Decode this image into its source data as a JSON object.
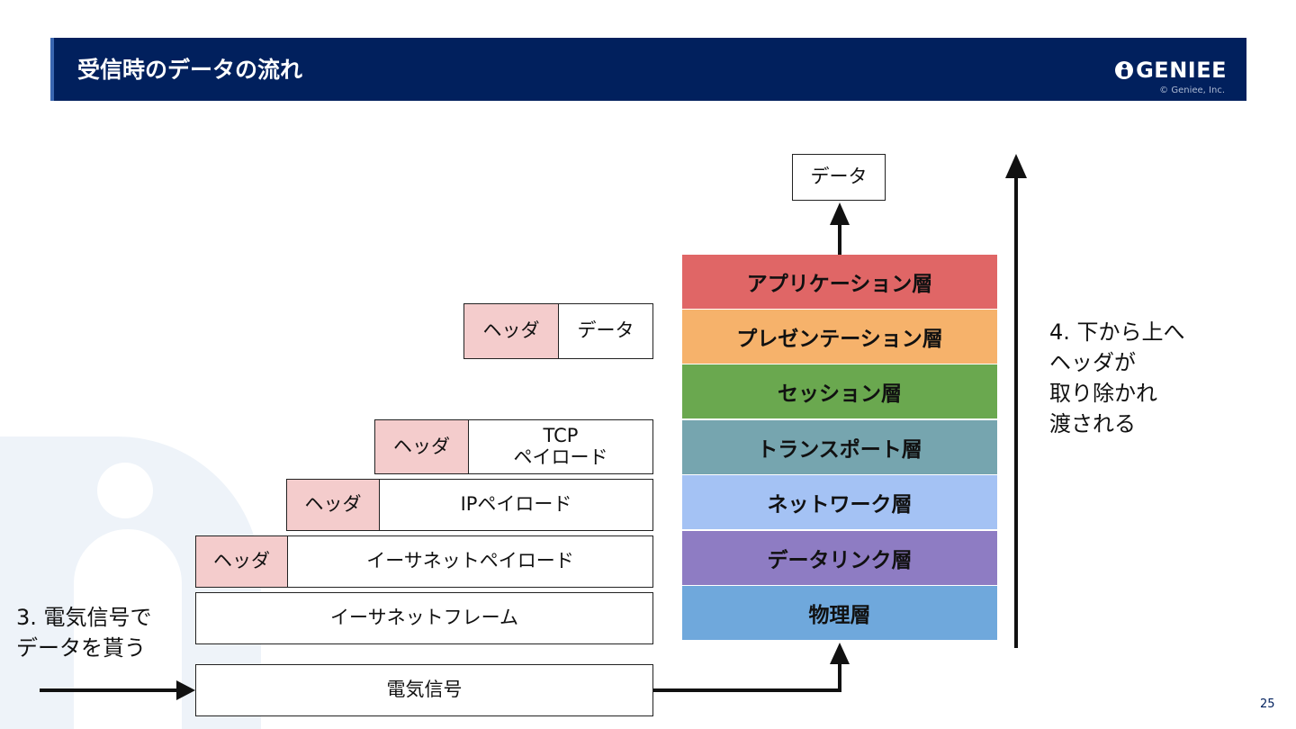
{
  "header": {
    "title": "受信時のデータの流れ",
    "logo": "GENIEE",
    "copyright": "© Geniee, Inc.",
    "bg_color": "#01205d"
  },
  "stack": {
    "top_data": "データ",
    "row1": {
      "header": "ヘッダ",
      "payload": "データ"
    },
    "row2": {
      "header": "ヘッダ",
      "payload_line1": "TCP",
      "payload_line2": "ペイロード"
    },
    "row3": {
      "header": "ヘッダ",
      "payload": "IPペイロード"
    },
    "row4": {
      "header": "ヘッダ",
      "payload": "イーサネットペイロード"
    },
    "row5": {
      "payload": "イーサネットフレーム"
    },
    "signal": "電気信号"
  },
  "layers": [
    {
      "label": "アプリケーション層",
      "color": "#e06666"
    },
    {
      "label": "プレゼンテーション層",
      "color": "#f6b26b"
    },
    {
      "label": "セッション層",
      "color": "#6aa84f"
    },
    {
      "label": "トランスポート層",
      "color": "#76a5af"
    },
    {
      "label": "ネットワーク層",
      "color": "#a4c2f4"
    },
    {
      "label": "データリンク層",
      "color": "#8e7cc3"
    },
    {
      "label": "物理層",
      "color": "#6fa8dc"
    }
  ],
  "notes": {
    "left": {
      "line1": "3. 電気信号で",
      "line2": "データを貰う"
    },
    "right": {
      "line1": "4. 下から上へ",
      "line2": "ヘッダが",
      "line3": "取り除かれ",
      "line4": "渡される"
    }
  },
  "page_number": "25"
}
